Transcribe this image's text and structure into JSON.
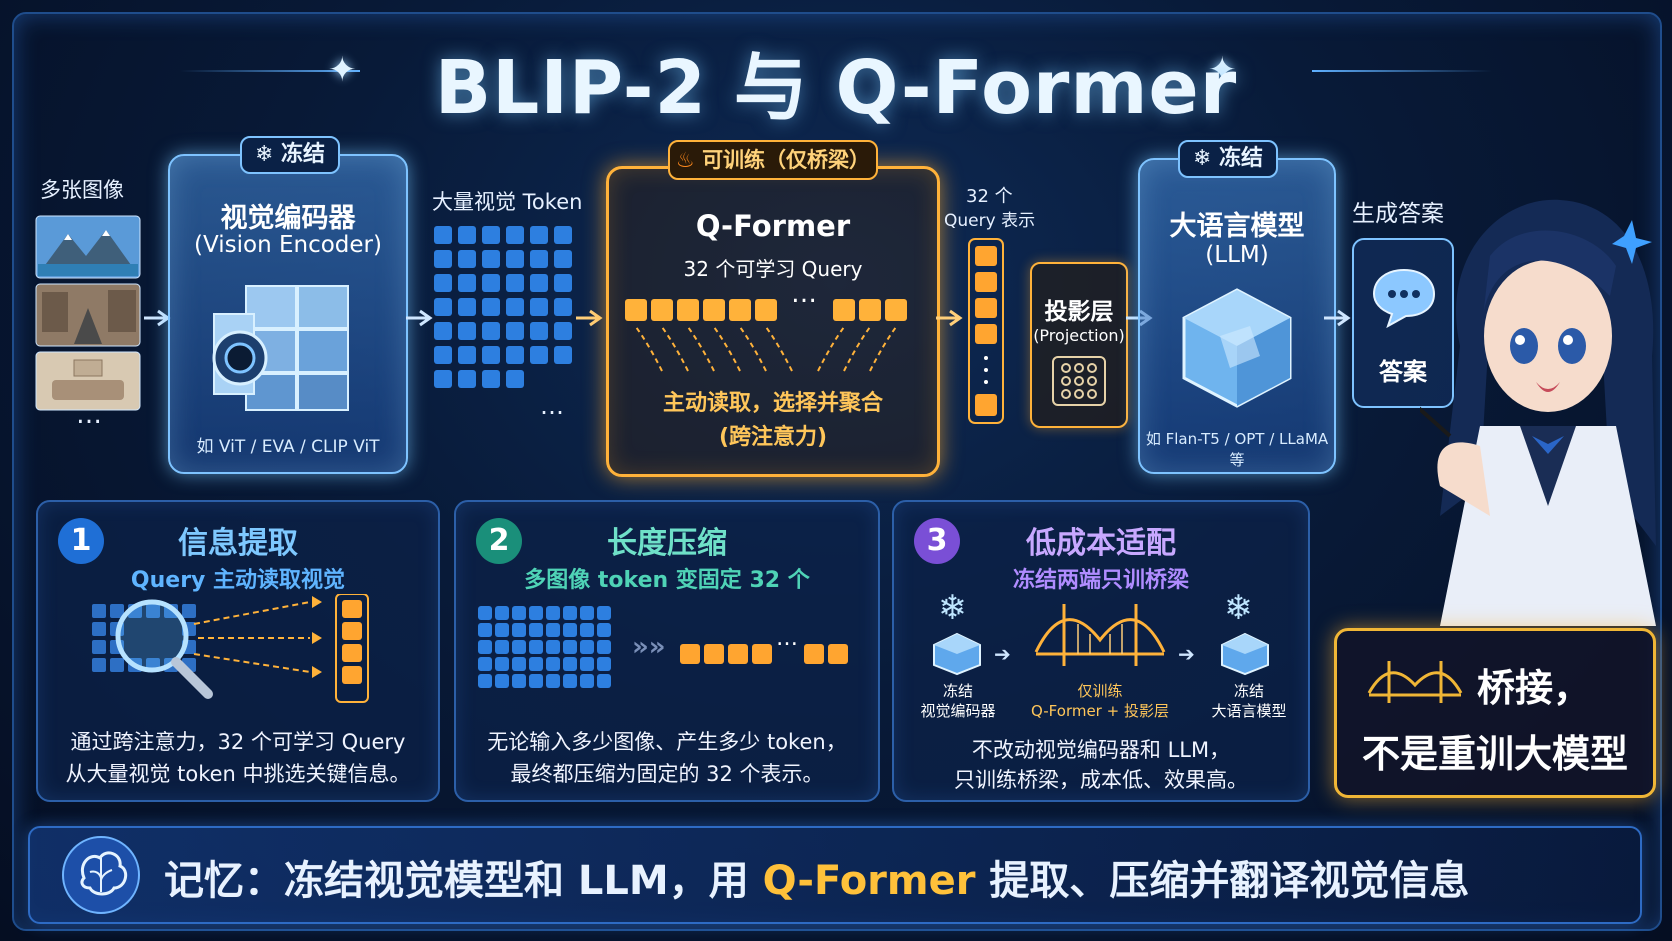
{
  "title": "BLIP-2 与 Q-Former",
  "input": {
    "label": "多张图像",
    "more": "…"
  },
  "encoder": {
    "badge": "❄ 冻结",
    "name": "视觉编码器",
    "name_en": "(Vision Encoder)",
    "examples": "如 ViT / EVA / CLIP ViT"
  },
  "tokens": {
    "label": "大量视觉 Token",
    "more": "…"
  },
  "qformer": {
    "badge": "可训练（仅桥梁）",
    "name": "Q-Former",
    "sub": "32 个可学习 Query",
    "dots": "…",
    "desc1": "主动读取，选择并聚合",
    "desc2": "(跨注意力)"
  },
  "query_repr": {
    "line1": "32 个",
    "line2": "Query 表示"
  },
  "projection": {
    "name": "投影层",
    "name_en": "(Projection)"
  },
  "llm": {
    "badge": "❄ 冻结",
    "name": "大语言模型",
    "name_en": "(LLM)",
    "examples": "如 Flan-T5 / OPT / LLaMA 等"
  },
  "answer": {
    "label": "生成答案",
    "text": "答案"
  },
  "panels": [
    {
      "num": "1",
      "title": "信息提取",
      "sub": "Query 主动读取视觉",
      "desc1": "通过跨注意力，32 个可学习 Query",
      "desc2": "从大量视觉 token 中挑选关键信息。"
    },
    {
      "num": "2",
      "title": "长度压缩",
      "sub": "多图像 token 变固定 32 个",
      "dots": "…",
      "desc1": "无论输入多少图像、产生多少 token，",
      "desc2": "最终都压缩为固定的 32 个表示。"
    },
    {
      "num": "3",
      "title": "低成本适配",
      "sub": "冻结两端只训桥梁",
      "left_label1": "冻结",
      "left_label2": "视觉编码器",
      "mid_label1": "仅训练",
      "mid_label2": "Q-Former + 投影层",
      "right_label1": "冻结",
      "right_label2": "大语言模型",
      "desc1": "不改动视觉编码器和 LLM，",
      "desc2": "只训练桥梁，成本低、效果高。"
    }
  ],
  "bridge_note": {
    "line1": "桥接，",
    "line2": "不是重训大模型"
  },
  "memory": {
    "prefix": "记忆：冻结视觉模型和 LLM，用 ",
    "highlight": "Q-Former",
    "suffix": " 提取、压缩并翻译视觉信息"
  },
  "colors": {
    "ice": "#7ec3ff",
    "gold": "#ffb23a",
    "token": "#2d7fe0",
    "panel1": "#1f6fd6",
    "panel2": "#1a8f7a",
    "panel3": "#7a4fd6"
  }
}
